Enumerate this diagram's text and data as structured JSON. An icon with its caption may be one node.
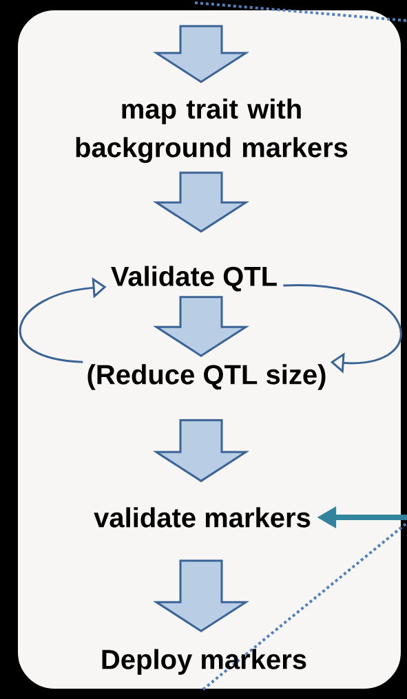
{
  "diagram": {
    "nodes": [
      {
        "text": [],
        "shape": "box"
      },
      {
        "text": [
          "map trait with background markers"
        ],
        "in": 0
      },
      {
        "text": [
          "Validate QTL"
        ],
        "in": 0
      },
      {
        "text": [
          "(Reduce QTL size)"
        ],
        "in": 0
      },
      {
        "text": [
          "validate markers"
        ],
        "in": 0
      },
      {
        "text": [
          "Deploy markers"
        ],
        "in": 0
      }
    ],
    "edges": [
      {
        "from": null,
        "to": 1,
        "arrow": "to"
      },
      {
        "from": 1,
        "to": 2,
        "arrow": "to"
      },
      {
        "from": 2,
        "to": 3,
        "arrow": "to"
      },
      {
        "from": 3,
        "to": 4,
        "arrow": "to"
      },
      {
        "from": 4,
        "to": 5,
        "arrow": "to"
      },
      {
        "from": 3,
        "to": 2,
        "arrow": "to"
      },
      {
        "from": 2,
        "to": 3,
        "arrow": "to"
      },
      {
        "from": null,
        "to": 4,
        "arrow": "to",
        "style": "thick",
        "color": "#31849b"
      }
    ]
  }
}
